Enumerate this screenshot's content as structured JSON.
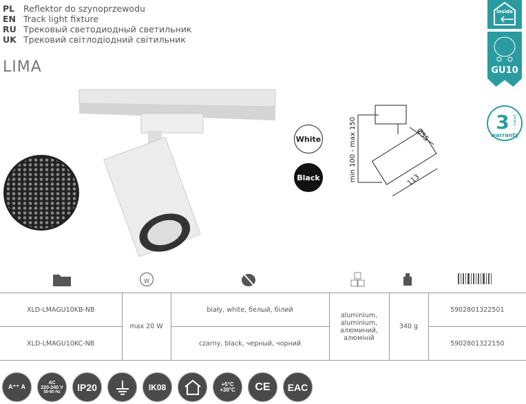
{
  "descriptions": [
    {
      "code": "PL",
      "text": "Reflektor do szynoprzewodu"
    },
    {
      "code": "EN",
      "text": "Track light fixture"
    },
    {
      "code": "RU",
      "text": "Трековый светодиодный светильник"
    },
    {
      "code": "UK",
      "text": "Трековий світлодіодний світильник"
    }
  ],
  "title": "LIMA",
  "colors": {
    "white": "White",
    "black": "Black"
  },
  "dimensions": {
    "height": "min 100 - max 150",
    "diameter": "Ø55",
    "length": "113"
  },
  "side_badges": {
    "inside": "inside",
    "socket": "GU10",
    "warranty_years": "3",
    "years": "years",
    "warranty": "warranty"
  },
  "table": {
    "rows": [
      {
        "code": "XLD-LMAGU10KB-NB",
        "color": "biały, white, белый, білий",
        "ean": "5902801322501"
      },
      {
        "code": "XLD-LMAGU10KC-NB",
        "color": "czarny, black, черный, чорний",
        "ean": "5902801322150"
      }
    ],
    "power": "max 20 W",
    "material": [
      "aluminium,",
      "aluminium,",
      "алюминий,",
      "алюміній"
    ],
    "weight": "340 g"
  },
  "badges": {
    "energy": [
      "A⁺⁺",
      "A"
    ],
    "voltage": [
      "AC",
      "220-240 V",
      "50-60 Hz"
    ],
    "ip": "IP20",
    "ik": "IK08",
    "temp": [
      "+5°C",
      "+30°C"
    ],
    "ce": "CE",
    "eac": "EAC"
  },
  "accent": "#2a9ca0"
}
